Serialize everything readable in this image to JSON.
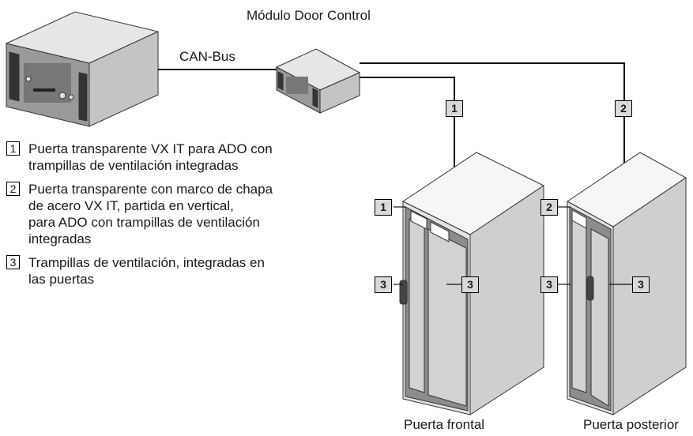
{
  "title": "Módulo Door Control",
  "bus_label": "CAN-Bus",
  "legend": [
    {
      "num": "1",
      "lines": [
        "Puerta transparente VX IT para ADO con",
        "trampillas de ventilación integradas"
      ]
    },
    {
      "num": "2",
      "lines": [
        "Puerta transparente con marco de chapa",
        "de acero VX IT, partida en vertical,",
        "para ADO con trampillas de ventilación",
        "integradas"
      ]
    },
    {
      "num": "3",
      "lines": [
        "Trampillas de ventilación, integradas en",
        "las puertas"
      ]
    }
  ],
  "callouts": {
    "c1": "1",
    "c2": "2",
    "c3": "3"
  },
  "cabinet_labels": {
    "front": "Puerta frontal",
    "rear": "Puerta posterior"
  }
}
